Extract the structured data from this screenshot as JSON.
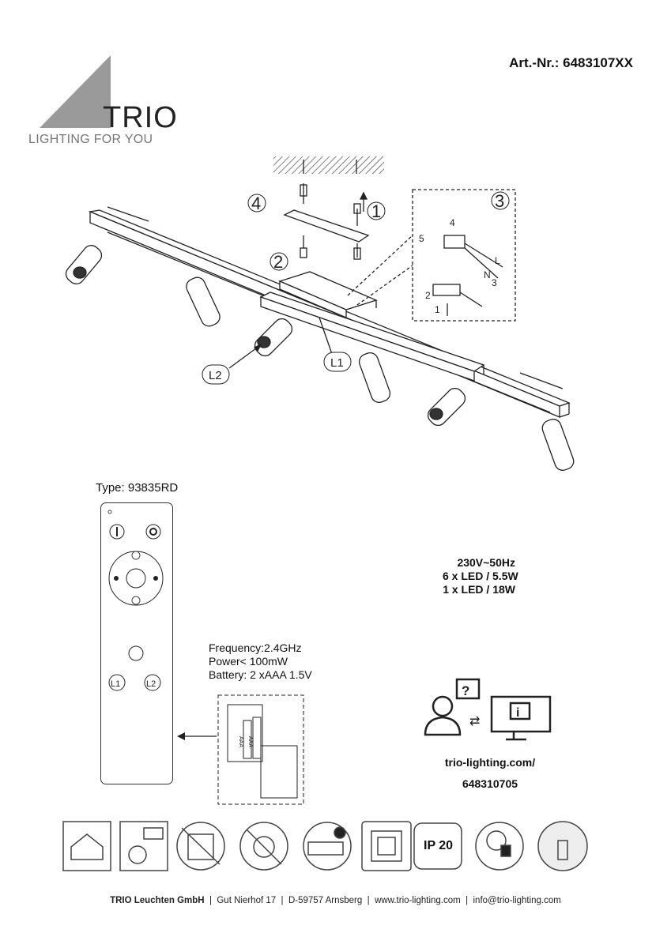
{
  "logo": {
    "word": "TRIO",
    "tagline": "LIGHTING FOR YOU"
  },
  "article": {
    "number": "Art.-Nr.: 6483107XX"
  },
  "diagram": {
    "step_labels": [
      "1",
      "2",
      "3",
      "4"
    ],
    "wiring_labels": [
      "1",
      "2",
      "3",
      "4",
      "5",
      "L",
      "N"
    ],
    "callouts": [
      "L1",
      "L2"
    ]
  },
  "remote": {
    "type": "Type: 93835RD",
    "buttons": [
      "L1",
      "L2"
    ]
  },
  "radio_specs": [
    "Frequency:2.4GHz",
    "Power< 100mW",
    "Battery: 2 xAAA 1.5V"
  ],
  "battery_labels": [
    "AAA",
    "AAA"
  ],
  "power_specs": [
    "230V~50Hz",
    "6 x LED / 5.5W",
    "1 x LED / 18W"
  ],
  "website": {
    "line1": "trio-lighting.com/",
    "line2": "648310705"
  },
  "ip_rating": "IP 20",
  "icons": [
    "indoor-house-icon",
    "ceiling-mount-icon",
    "no-dimmer-icon",
    "led-not-replaceable-icon",
    "led-driver-icon",
    "class-ii-insulation-icon",
    "ip20-icon",
    "led-bulb-lock-icon",
    "remote-dimmer-icon"
  ],
  "footer": {
    "company": "TRIO Leuchten GmbH",
    "address": "Gut Nierhof 17",
    "city": "D-59757 Arnsberg",
    "web": "www.trio-lighting.com",
    "email": "info@trio-lighting.com"
  }
}
